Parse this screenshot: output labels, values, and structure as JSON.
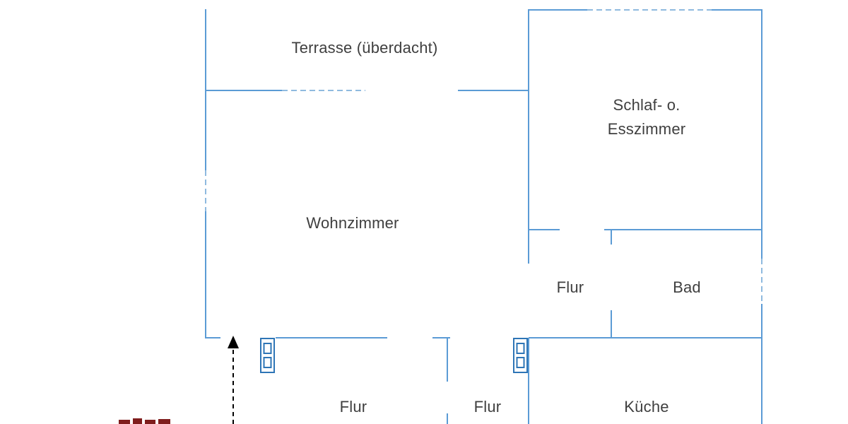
{
  "page": {
    "background": "#FFFFFF"
  },
  "palette": {
    "wall": "#5B9BD5",
    "wall_dashed": "#8FBADF",
    "door_symbol": "#2E75B6",
    "label_text": "#3F3F3F",
    "arrow": "#000000",
    "artifact": "#7F1D1D"
  },
  "labels": {
    "terrasse": "Terrasse (überdacht)",
    "schlaf_esszimmer_line1": "Schlaf- o.",
    "schlaf_esszimmer_line2": "Esszimmer",
    "wohnzimmer": "Wohnzimmer",
    "flur_upper": "Flur",
    "bad": "Bad",
    "flur_lower_left": "Flur",
    "flur_lower_right": "Flur",
    "kueche": "Küche"
  }
}
